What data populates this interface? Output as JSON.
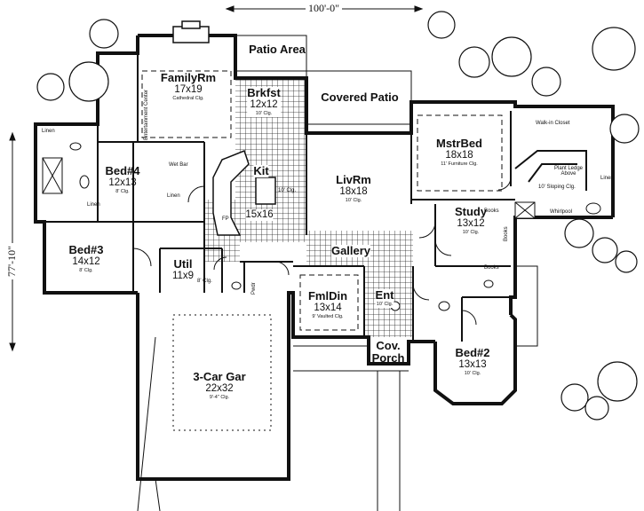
{
  "dimensions": {
    "width": "100'-0\"",
    "depth": "77'-10\""
  },
  "rooms": {
    "family_rm": {
      "name": "FamilyRm",
      "size": "17x19",
      "ceiling": "Cathedral Clg."
    },
    "patio_area": {
      "name": "Patio Area"
    },
    "brkfst": {
      "name": "Brkfst",
      "size": "12x12",
      "ceiling": "10' Clg."
    },
    "covered_patio": {
      "name": "Covered Patio"
    },
    "mstr_bed": {
      "name": "MstrBed",
      "size": "18x18",
      "ceiling": "11' Furniture Clg."
    },
    "bed4": {
      "name": "Bed#4",
      "size": "12x13",
      "ceiling": "8' Clg."
    },
    "kit": {
      "name": "Kit",
      "size": "15x16",
      "ceiling": "10' Clg."
    },
    "liv_rm": {
      "name": "LivRm",
      "size": "18x18",
      "ceiling": "10' Clg."
    },
    "study": {
      "name": "Study",
      "size": "13x12",
      "ceiling": "10' Clg."
    },
    "bed3": {
      "name": "Bed#3",
      "size": "14x12",
      "ceiling": "8' Clg."
    },
    "gallery": {
      "name": "Gallery"
    },
    "util": {
      "name": "Util",
      "size": "11x9",
      "ceiling": "8' Clg."
    },
    "fml_din": {
      "name": "FmlDin",
      "size": "13x14",
      "ceiling": "9' Vaulted Clg."
    },
    "ent": {
      "name": "Ent",
      "ceiling": "10' Clg."
    },
    "cov_porch": {
      "name": "Cov. Porch"
    },
    "bed2": {
      "name": "Bed#2",
      "size": "13x13",
      "ceiling": "10' Clg."
    },
    "garage": {
      "name": "3-Car Gar",
      "size": "22x32",
      "ceiling": "9'-4\" Clg."
    }
  },
  "notes": {
    "linen1": "Linen",
    "linen2": "Linen",
    "linen3": "Linen",
    "linen4": "Linen",
    "walk_in": "Walk-in Closet",
    "plant_ledge": "Plant Ledge Above",
    "sloping": "10' Sloping Clg.",
    "whirlpool": "Whirlpool",
    "wet_bar": "Wet Bar",
    "entertainment": "Entertainment Center",
    "books1": "Books",
    "books2": "Books",
    "books3": "Books",
    "pwdr": "Pwdr",
    "fp": "FP"
  }
}
